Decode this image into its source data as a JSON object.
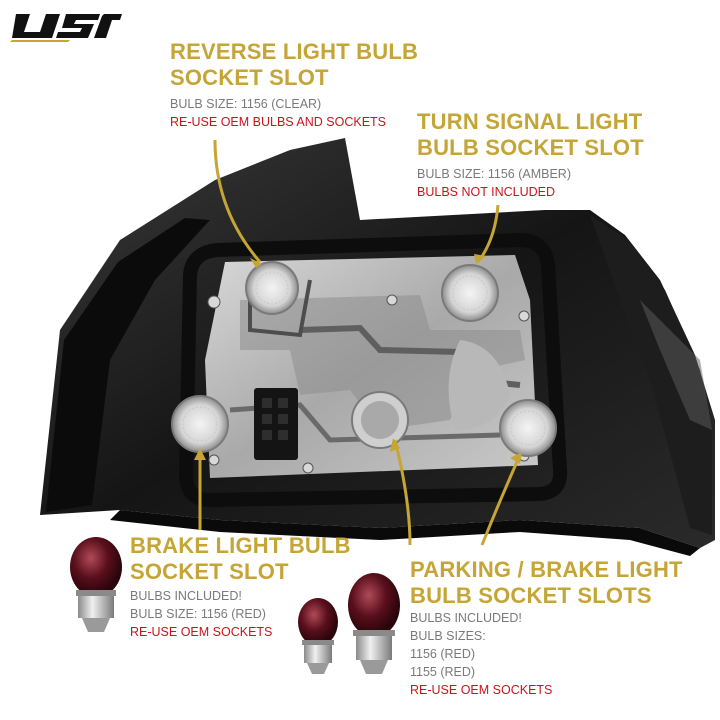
{
  "brand": {
    "logo_text": "USR"
  },
  "callouts": {
    "reverse": {
      "title_line1": "REVERSE LIGHT BULB",
      "title_line2": "SOCKET SLOT",
      "spec": "BULB SIZE: 1156 (CLEAR)",
      "note": "RE-USE OEM BULBS AND SOCKETS"
    },
    "turn": {
      "title_line1": "TURN SIGNAL LIGHT",
      "title_line2": "BULB SOCKET SLOT",
      "spec": "BULB SIZE: 1156 (AMBER)",
      "note": "BULBS NOT INCLUDED"
    },
    "brake": {
      "title_line1": "BRAKE LIGHT BULB",
      "title_line2": "SOCKET SLOT",
      "line1": "BULBS INCLUDED!",
      "spec": "BULB SIZE: 1156 (RED)",
      "note": "RE-USE OEM SOCKETS"
    },
    "parking": {
      "title_line1": "PARKING / BRAKE LIGHT",
      "title_line2": "BULB SOCKET SLOTS",
      "line1": "BULBS INCLUDED!",
      "line2": "BULB SIZES:",
      "line3": "1156 (RED)",
      "line4": "1155 (RED)",
      "note": "RE-USE OEM SOCKETS"
    }
  },
  "colors": {
    "title": "#c5a535",
    "grey_text": "#7a7a7a",
    "red_text": "#d0111b",
    "leader": "#c5a535"
  }
}
